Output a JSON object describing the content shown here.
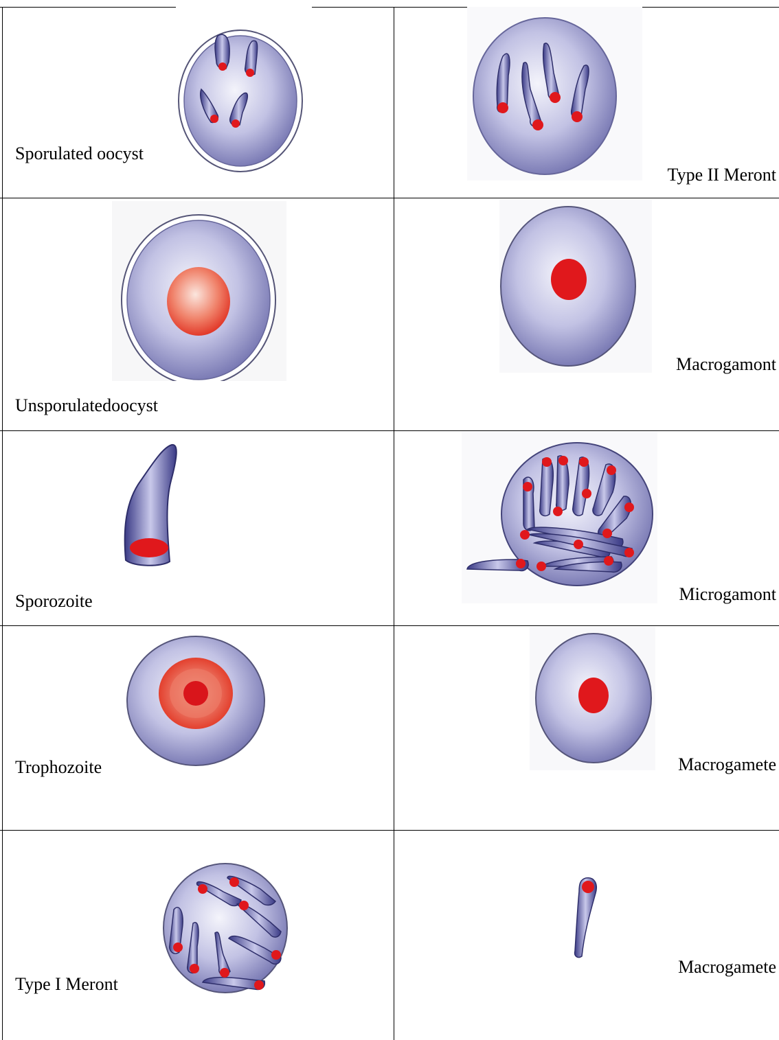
{
  "stages": [
    {
      "id": "sporulated-oocyst",
      "label": "Sporulated oocyst",
      "column": "left",
      "row": 1
    },
    {
      "id": "type-ii-meront",
      "label": "Type II Meront",
      "column": "right",
      "row": 1
    },
    {
      "id": "unsporulated-oocyst",
      "label": "Unsporulatedoocyst",
      "column": "left",
      "row": 2
    },
    {
      "id": "macrogamont",
      "label": "Macrogamont",
      "column": "right",
      "row": 2
    },
    {
      "id": "sporozoite",
      "label": "Sporozoite",
      "column": "left",
      "row": 3
    },
    {
      "id": "microgamont",
      "label": "Microgamont",
      "column": "right",
      "row": 3
    },
    {
      "id": "trophozoite",
      "label": "Trophozoite",
      "column": "left",
      "row": 4
    },
    {
      "id": "macrogamete-1",
      "label": "Macrogamete",
      "column": "right",
      "row": 4
    },
    {
      "id": "type-i-meront",
      "label": "Type I Meront",
      "column": "left",
      "row": 5
    },
    {
      "id": "macrogamete-2",
      "label": "Macrogamete",
      "column": "right",
      "row": 5
    }
  ],
  "colors": {
    "cell_center": "#eeeef8",
    "cell_edge": "#7a7ab4",
    "cell_border": "#55557a",
    "nucleus": "#e0181c",
    "oocyst_wall": "#ffffff",
    "rule": "#000000"
  }
}
